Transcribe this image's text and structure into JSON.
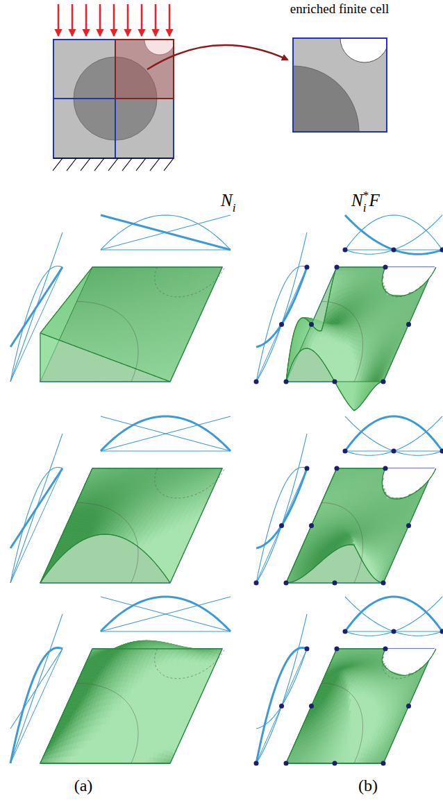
{
  "diagram": {
    "labels": [
      "enriched finite cell",
      "N",
      "i",
      "N",
      "i",
      "*",
      "F",
      "(a)",
      "(b)"
    ]
  }
}
